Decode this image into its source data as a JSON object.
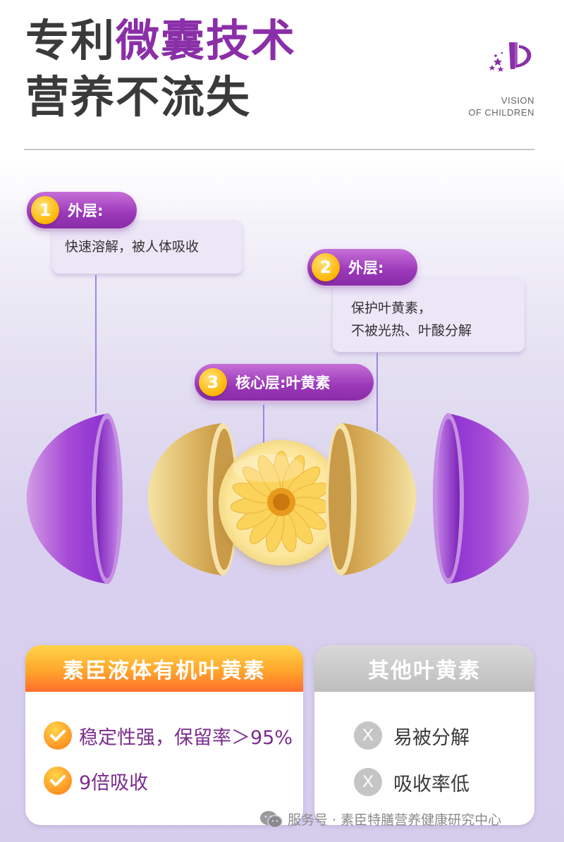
{
  "headline": {
    "line1_prefix": "专利",
    "line1_accent": "微囊技术",
    "line2": "营养不流失"
  },
  "logo": {
    "icon": "vision-of-children-logo-icon",
    "text_line1": "VISION",
    "text_line2": "OF CHILDREN"
  },
  "layers": [
    {
      "number": "1",
      "title": "外层:",
      "description_lines": [
        "快速溶解，被人体吸收"
      ]
    },
    {
      "number": "2",
      "title": "外层:",
      "description_lines": [
        "保护叶黄素，",
        "不被光热、叶酸分解"
      ]
    },
    {
      "number": "3",
      "title": "核心层:叶黄素",
      "description_lines": []
    }
  ],
  "comparison": {
    "ours": {
      "title": "素臣液体有机叶黄素",
      "items": [
        "稳定性强，保留率＞95%",
        "9倍吸收"
      ],
      "icon": "check-icon",
      "accent_color": "#ff8a1e"
    },
    "others": {
      "title": "其他叶黄素",
      "items": [
        "易被分解",
        "吸收率低"
      ],
      "icon": "x-icon",
      "accent_color": "#c5c5c5"
    }
  },
  "footer": {
    "icon": "wechat-icon",
    "text": "服务号 · 素臣特膳营养健康研究中心"
  },
  "colors": {
    "brand_purple": "#8a2fa8",
    "pill_purple": "#9a38b8",
    "number_yellow": "#ffb400",
    "background_lavender": "#d8d0ee"
  }
}
